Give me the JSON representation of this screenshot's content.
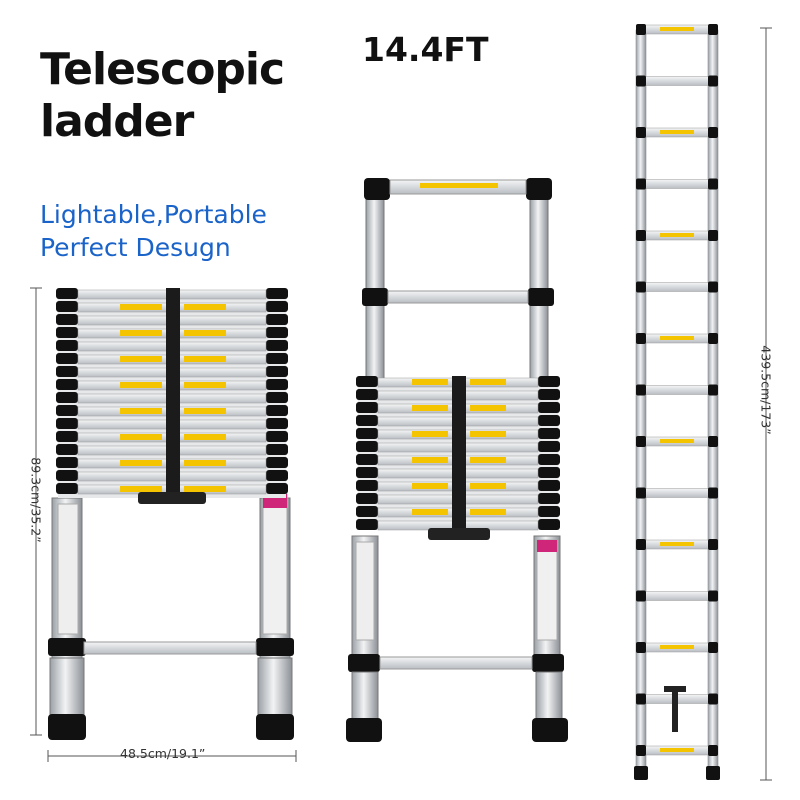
{
  "heading": {
    "line1": "Telescopic",
    "line2": "ladder"
  },
  "tagline": {
    "line1": "Lightable,Portable",
    "line2": "Perfect Desugn"
  },
  "size_label": "14.4FT",
  "dimensions": {
    "width": "48.5cm/19.1”",
    "folded_height": "89.3cm/35.2”",
    "extended_height": "439.5cm/173”"
  },
  "colors": {
    "tagline": "#1a63c9",
    "aluminium": "#c8ccd0",
    "caps": "#111111",
    "labels": "#f5c400"
  }
}
